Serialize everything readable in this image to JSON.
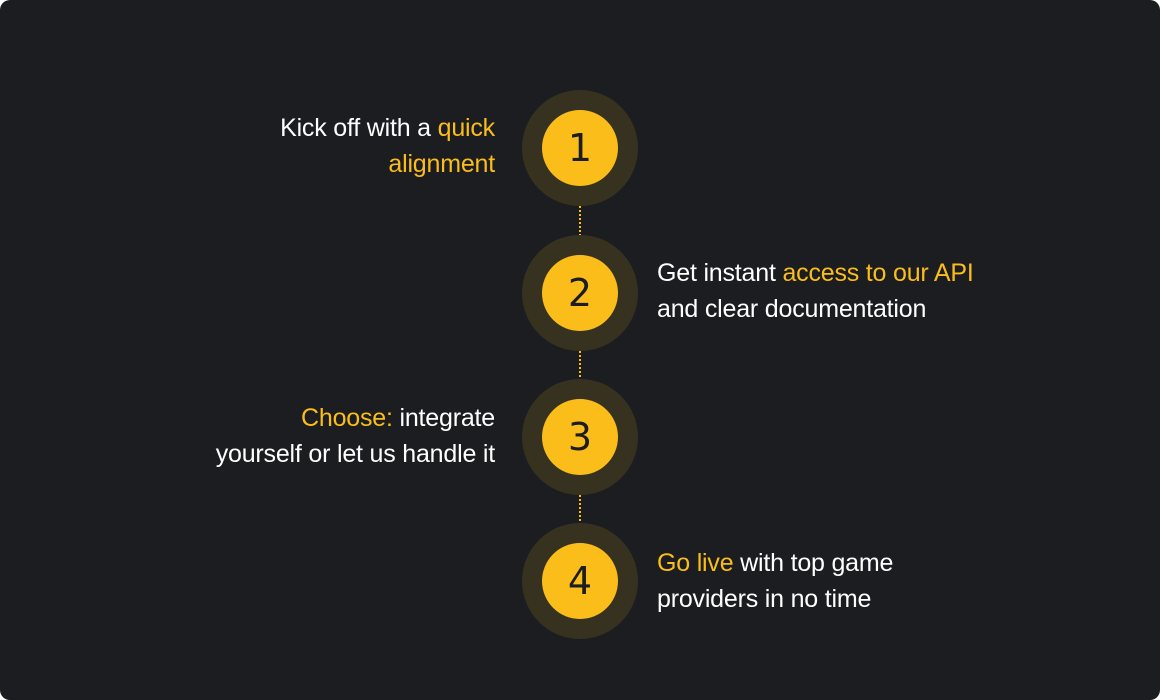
{
  "colors": {
    "background": "#1b1d21",
    "accent": "#fbbd1a",
    "halo": "#37321f",
    "text": "#ffffff",
    "number": "#1b1d21"
  },
  "steps": [
    {
      "number": "1",
      "line1": {
        "pre": "Kick off with a ",
        "highlight": "quick",
        "post": ""
      },
      "line2": {
        "pre": "",
        "highlight": "alignment",
        "post": ""
      }
    },
    {
      "number": "2",
      "line1": {
        "pre": "Get instant ",
        "highlight": "access to our API",
        "post": ""
      },
      "line2": {
        "pre": "and clear documentation",
        "highlight": "",
        "post": ""
      }
    },
    {
      "number": "3",
      "line1": {
        "pre": "",
        "highlight": "Choose:",
        "post": " integrate"
      },
      "line2": {
        "pre": "yourself or let us handle it",
        "highlight": "",
        "post": ""
      }
    },
    {
      "number": "4",
      "line1": {
        "pre": "",
        "highlight": "Go live",
        "post": " with top game"
      },
      "line2": {
        "pre": "providers in no time",
        "highlight": "",
        "post": ""
      }
    }
  ]
}
